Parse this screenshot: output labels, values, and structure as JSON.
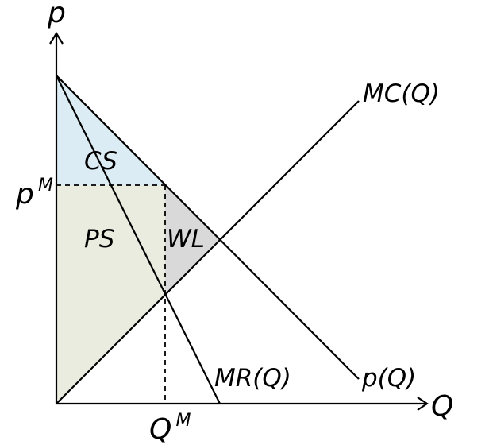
{
  "diagram": {
    "axes": {
      "y_label": "p",
      "x_label": "Q"
    },
    "curves": {
      "mc_label": "MC(Q)",
      "mr_label": "MR(Q)",
      "demand_label": "p(Q)"
    },
    "price": {
      "label_base": "p",
      "label_sup": "M"
    },
    "quantity": {
      "label_base": "Q",
      "label_sup": "M"
    },
    "regions": {
      "consumer_surplus": {
        "label": "CS",
        "color": "#dcecf5"
      },
      "producer_surplus": {
        "label": "PS",
        "color": "#e9ecdf"
      },
      "welfare_loss": {
        "label": "WL",
        "color": "#d9d9d9"
      }
    }
  }
}
